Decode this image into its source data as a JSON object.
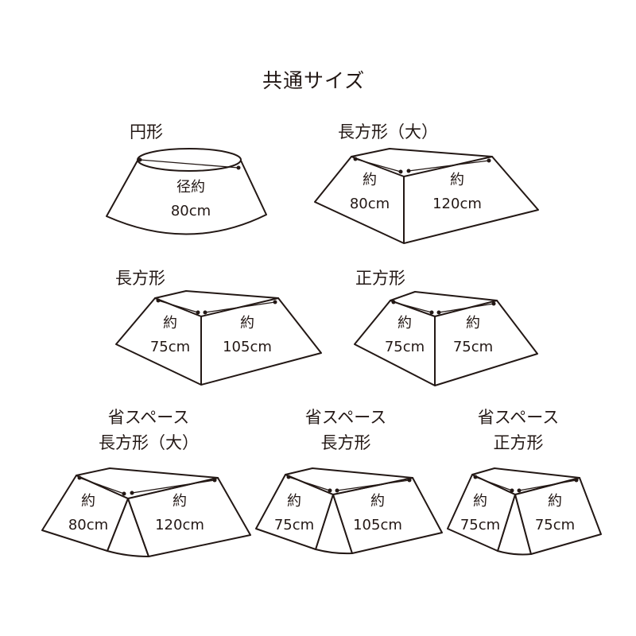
{
  "title": "共通サイズ",
  "colors": {
    "line": "#231815",
    "background": "#ffffff"
  },
  "shapes": [
    {
      "id": "circle",
      "name": [
        "円形"
      ],
      "dims": [
        {
          "prefix": "径約",
          "value": "80cm"
        }
      ]
    },
    {
      "id": "rect-large",
      "name": [
        "長方形（大）"
      ],
      "dims": [
        {
          "prefix": "約",
          "value": "80cm"
        },
        {
          "prefix": "約",
          "value": "120cm"
        }
      ]
    },
    {
      "id": "rect",
      "name": [
        "長方形"
      ],
      "dims": [
        {
          "prefix": "約",
          "value": "75cm"
        },
        {
          "prefix": "約",
          "value": "105cm"
        }
      ]
    },
    {
      "id": "square",
      "name": [
        "正方形"
      ],
      "dims": [
        {
          "prefix": "約",
          "value": "75cm"
        },
        {
          "prefix": "約",
          "value": "75cm"
        }
      ]
    },
    {
      "id": "space-rect-large",
      "name": [
        "省スペース",
        "長方形（大）"
      ],
      "dims": [
        {
          "prefix": "約",
          "value": "80cm"
        },
        {
          "prefix": "約",
          "value": "120cm"
        }
      ]
    },
    {
      "id": "space-rect",
      "name": [
        "省スペース",
        "長方形"
      ],
      "dims": [
        {
          "prefix": "約",
          "value": "75cm"
        },
        {
          "prefix": "約",
          "value": "105cm"
        }
      ]
    },
    {
      "id": "space-square",
      "name": [
        "省スペース",
        "正方形"
      ],
      "dims": [
        {
          "prefix": "約",
          "value": "75cm"
        },
        {
          "prefix": "約",
          "value": "75cm"
        }
      ]
    }
  ]
}
